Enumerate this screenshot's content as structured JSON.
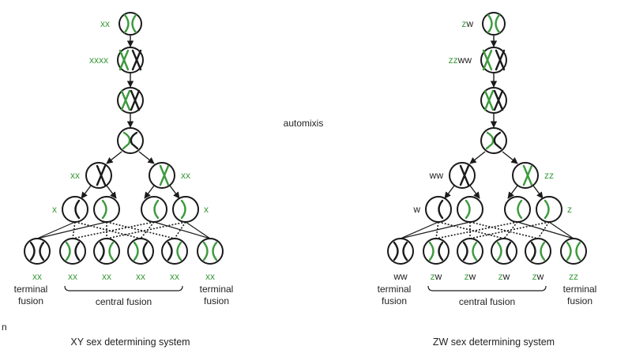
{
  "center_label": "automixis",
  "colors": {
    "green": "#3c9a3c",
    "black": "#1a1a1a"
  },
  "panels": [
    {
      "caption": "XY sex determining system",
      "top_label": [
        "x",
        "x"
      ],
      "replicated_label": [
        "xx",
        "xx"
      ],
      "pair_labels": [
        [
          "x",
          "x"
        ],
        [
          "x",
          "x"
        ]
      ],
      "single_labels": [
        "x",
        "x"
      ],
      "product_labels": [
        [
          "x",
          "x"
        ],
        [
          "x",
          "x"
        ],
        [
          "x",
          "x"
        ],
        [
          "x",
          "x"
        ],
        [
          "x",
          "x"
        ],
        [
          "x",
          "x"
        ]
      ],
      "terminal_fusion_label": "terminal\nfusion",
      "central_fusion_label": "central fusion"
    },
    {
      "caption": "ZW sex determining system",
      "top_label": [
        "z",
        "w"
      ],
      "replicated_label": [
        "zz",
        "ww"
      ],
      "pair_labels": [
        [
          "w",
          "w"
        ],
        [
          "z",
          "z"
        ]
      ],
      "single_labels": [
        "w",
        "z"
      ],
      "product_labels": [
        [
          "w",
          "w"
        ],
        [
          "z",
          "w"
        ],
        [
          "z",
          "w"
        ],
        [
          "z",
          "w"
        ],
        [
          "z",
          "w"
        ],
        [
          "z",
          "z"
        ]
      ],
      "terminal_fusion_label": "terminal\nfusion",
      "central_fusion_label": "central fusion"
    }
  ],
  "edge_fragment": "n"
}
